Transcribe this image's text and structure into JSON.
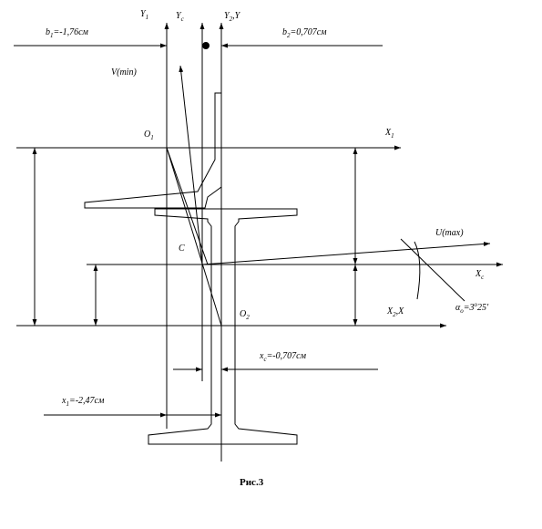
{
  "labels": {
    "y1": "Y",
    "y1_sub": "1",
    "yc": "Y",
    "yc_sub": "c",
    "y2y": "Y",
    "y2y_sub": "2",
    "y2y_rest": ",Y",
    "b1": "b",
    "b1_sub": "1",
    "b1_rest": "=-1,76см",
    "b2": "b",
    "b2_sub": "2",
    "b2_rest": "=0,707см",
    "v_min": "V(min)",
    "o1": "O",
    "o1_sub": "1",
    "x1_axis": "X",
    "x1_axis_sub": "1",
    "c": "C",
    "u_max": "U(max)",
    "xc_axis": "X",
    "xc_axis_sub": "c",
    "o2": "O",
    "o2_sub": "2",
    "x2x": "X",
    "x2x_sub": "2",
    "x2x_rest": ",X",
    "alpha": "α",
    "alpha_sub": "o",
    "alpha_rest": "=3",
    "alpha_deg": "o",
    "alpha_min": "25′",
    "xc_dim": "x",
    "xc_dim_sub": "c",
    "xc_dim_rest": "=-0,707см",
    "x1_dim": "x",
    "x1_dim_sub": "1",
    "x1_dim_rest": "=-2,47см"
  },
  "caption": "Рис.3"
}
